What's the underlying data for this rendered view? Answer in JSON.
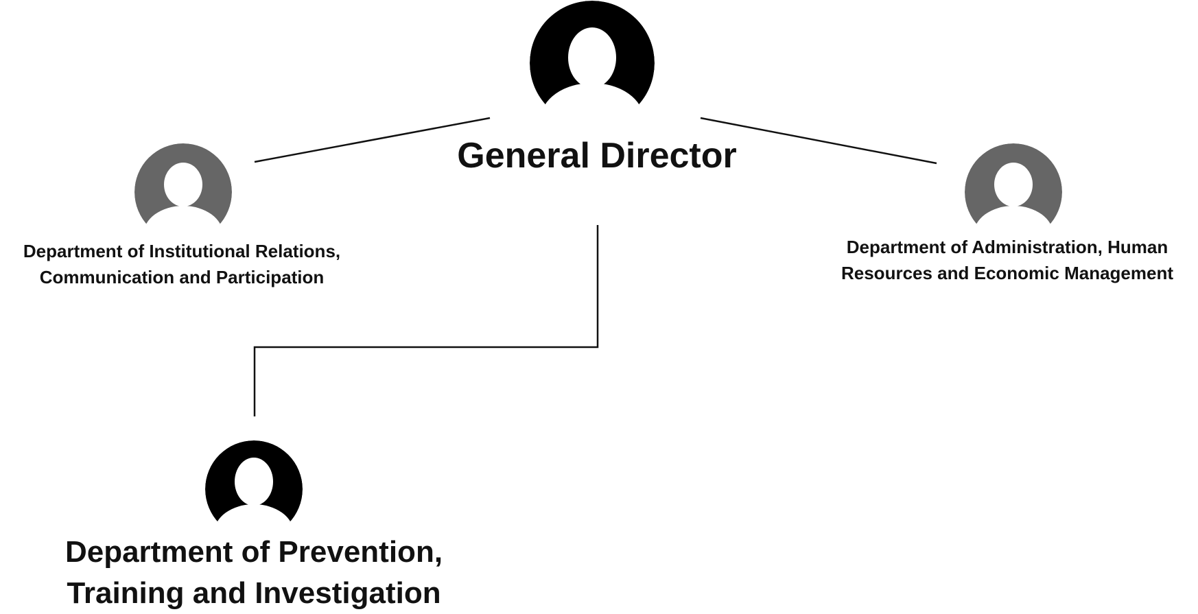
{
  "org_chart": {
    "director": {
      "label": "General Director",
      "icon": "person-avatar-icon",
      "color": "#000000"
    },
    "left_department": {
      "line1": "Department of Institutional Relations,",
      "line2": "Communication and Participation",
      "icon": "person-avatar-icon",
      "color": "#666666"
    },
    "right_department": {
      "line1": "Department of Administration, Human",
      "line2": "Resources and Economic Management",
      "icon": "person-avatar-icon",
      "color": "#666666"
    },
    "bottom_department": {
      "line1": "Department of Prevention,",
      "line2": "Training and Investigation",
      "icon": "person-avatar-icon",
      "color": "#000000"
    }
  }
}
